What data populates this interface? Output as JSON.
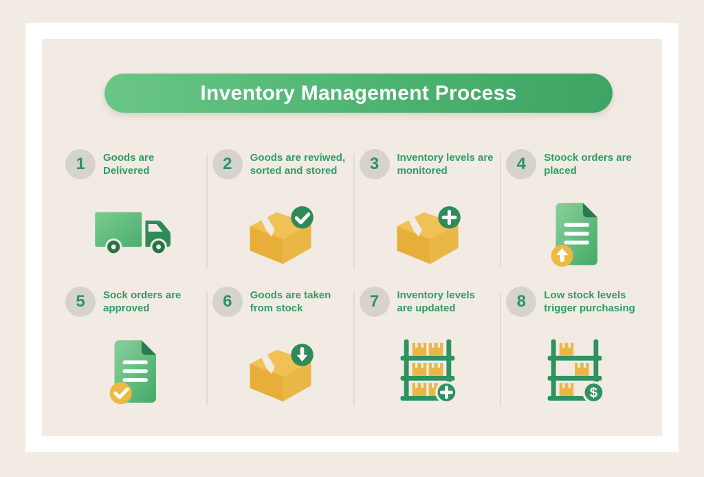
{
  "title": "Inventory Management Process",
  "colors": {
    "page_background": "#f2ebe4",
    "frame": "#ffffff",
    "banner_gradient_start": "#6ac686",
    "banner_gradient_end": "#3ea463",
    "title_text": "#ffffff",
    "step_number_text": "#2e9261",
    "step_number_circle": "#d6d3cf",
    "step_label_text": "#2f9c63",
    "column_divider": "#e0dbd4",
    "icon_dark_green": "#2e8b57",
    "icon_mid_green": "#2e9261",
    "icon_box_yellow": "#eab747",
    "icon_badge_yellow": "#ecb942"
  },
  "steps": [
    {
      "number": "1",
      "label_line1": "Goods are",
      "label_line2": "Delivered",
      "icon": "delivery-truck-icon"
    },
    {
      "number": "2",
      "label_line1": "Goods are reviwed,",
      "label_line2": "sorted and stored",
      "icon": "box-check-icon"
    },
    {
      "number": "3",
      "label_line1": "Inventory levels are",
      "label_line2": "monitored",
      "icon": "box-plus-icon"
    },
    {
      "number": "4",
      "label_line1": "Stoock orders are",
      "label_line2": "placed",
      "icon": "document-upload-icon"
    },
    {
      "number": "5",
      "label_line1": "Sock orders are",
      "label_line2": "approved",
      "icon": "document-approved-icon"
    },
    {
      "number": "6",
      "label_line1": "Goods are taken",
      "label_line2": "from stock",
      "icon": "box-withdraw-icon"
    },
    {
      "number": "7",
      "label_line1": "Inventory levels",
      "label_line2": "are updated",
      "icon": "rack-add-icon"
    },
    {
      "number": "8",
      "label_line1": "Low stock levels",
      "label_line2": "trigger purchasing",
      "icon": "rack-dollar-icon"
    }
  ],
  "rack_badge_dollar": "$"
}
